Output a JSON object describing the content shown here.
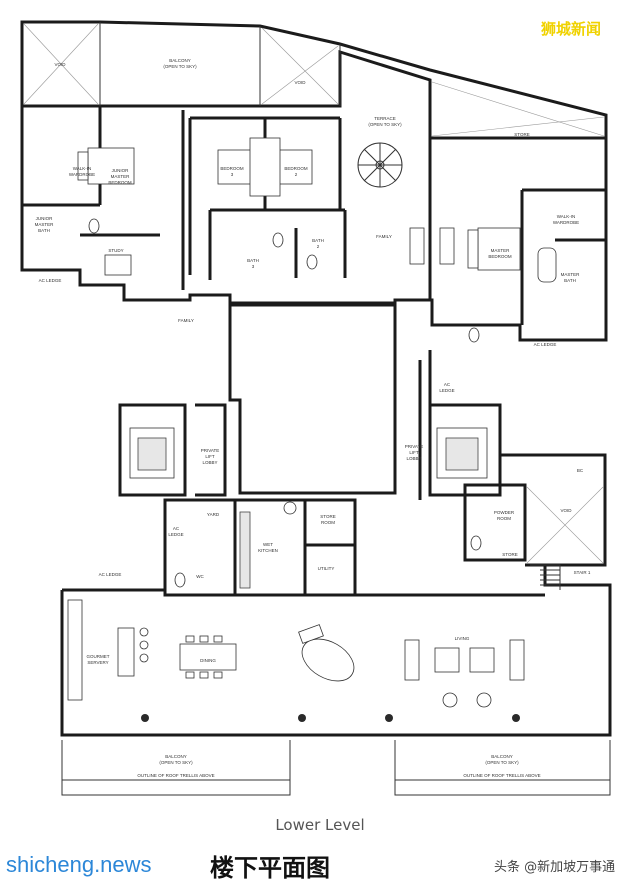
{
  "watermark": "狮城新闻",
  "floor_caption": "Lower Level",
  "footer": {
    "site": "shicheng.news",
    "title_cn": "楼下平面图",
    "credit": "头条 @新加坡万事通"
  },
  "rooms": {
    "void1": "VOID",
    "balcony_top": [
      "BALCONY",
      "(OPEN TO SKY)"
    ],
    "void2": "VOID",
    "terrace": [
      "TERRACE",
      "(OPEN TO SKY)"
    ],
    "store_top": "STORE",
    "walkin_left": [
      "WALK-IN",
      "WARDROBE"
    ],
    "junior_bedroom": [
      "JUNIOR",
      "MASTER",
      "BEDROOM"
    ],
    "junior_bath": [
      "JUNIOR",
      "MASTER",
      "BATH"
    ],
    "study": "STUDY",
    "ac_ledge_left": "AC LEDGE",
    "bedroom3": [
      "BEDROOM",
      "3"
    ],
    "bedroom2": [
      "BEDROOM",
      "2"
    ],
    "bath3": [
      "BATH",
      "3"
    ],
    "bath2": [
      "BATH",
      "2"
    ],
    "family_top": "FAMILY",
    "family_left": "FAMILY",
    "master_bedroom": [
      "MASTER",
      "BEDROOM"
    ],
    "walkin_right": [
      "WALK-IN",
      "WARDROBE"
    ],
    "master_bath": [
      "MASTER",
      "BATH"
    ],
    "ac_ledge_right": "AC LEDGE",
    "ac_ledge_mid": [
      "AC",
      "LEDGE"
    ],
    "private_lift_left": [
      "PRIVATE",
      "LIFT",
      "LOBBY"
    ],
    "private_lift_right": [
      "PRIVATE",
      "LIFT",
      "LOBBY"
    ],
    "yard": "YARD",
    "ac_ledge_yard": [
      "AC",
      "LEDGE"
    ],
    "wet_kitchen": [
      "WET",
      "KITCHEN"
    ],
    "store_room": [
      "STORE",
      "ROOM"
    ],
    "utility": "UTILITY",
    "wc": "WC",
    "ac_ledge_lower": "AC LEDGE",
    "powder_room": [
      "POWDER",
      "ROOM"
    ],
    "store_small": "STORE",
    "void3": "VOID",
    "bc": "BC",
    "stair": "STAIR 1",
    "gourmet": [
      "GOURMET",
      "SERVERY"
    ],
    "dining": "DINING",
    "living": "LIVING",
    "balcony_left": [
      "BALCONY",
      "(OPEN TO SKY)"
    ],
    "balcony_right": [
      "BALCONY",
      "(OPEN TO SKY)"
    ],
    "trellis_left": "OUTLINE OF ROOF TRELLIS ABOVE",
    "trellis_right": "OUTLINE OF ROOF TRELLIS ABOVE"
  }
}
